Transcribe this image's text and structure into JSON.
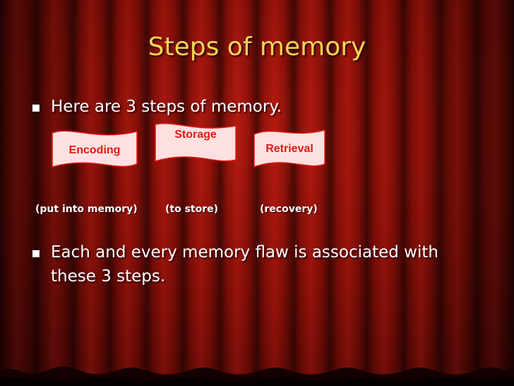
{
  "slide": {
    "title": "Steps of memory",
    "bullets": [
      {
        "marker": "▪",
        "text": "Here are 3 steps of memory."
      },
      {
        "marker": "▪",
        "text": "Each and every memory flaw is associated with these 3 steps."
      }
    ],
    "steps": [
      {
        "label": "Encoding",
        "note": "(put into memory)"
      },
      {
        "label": "Storage",
        "note": "(to store)"
      },
      {
        "label": "Retrieval",
        "note": "(recovery)"
      }
    ]
  },
  "colors": {
    "title": "#f3d35a",
    "banner_fill": "#ffe1e1",
    "banner_stroke": "#e11a12",
    "banner_text": "#e11a12",
    "text": "#ffffff"
  }
}
